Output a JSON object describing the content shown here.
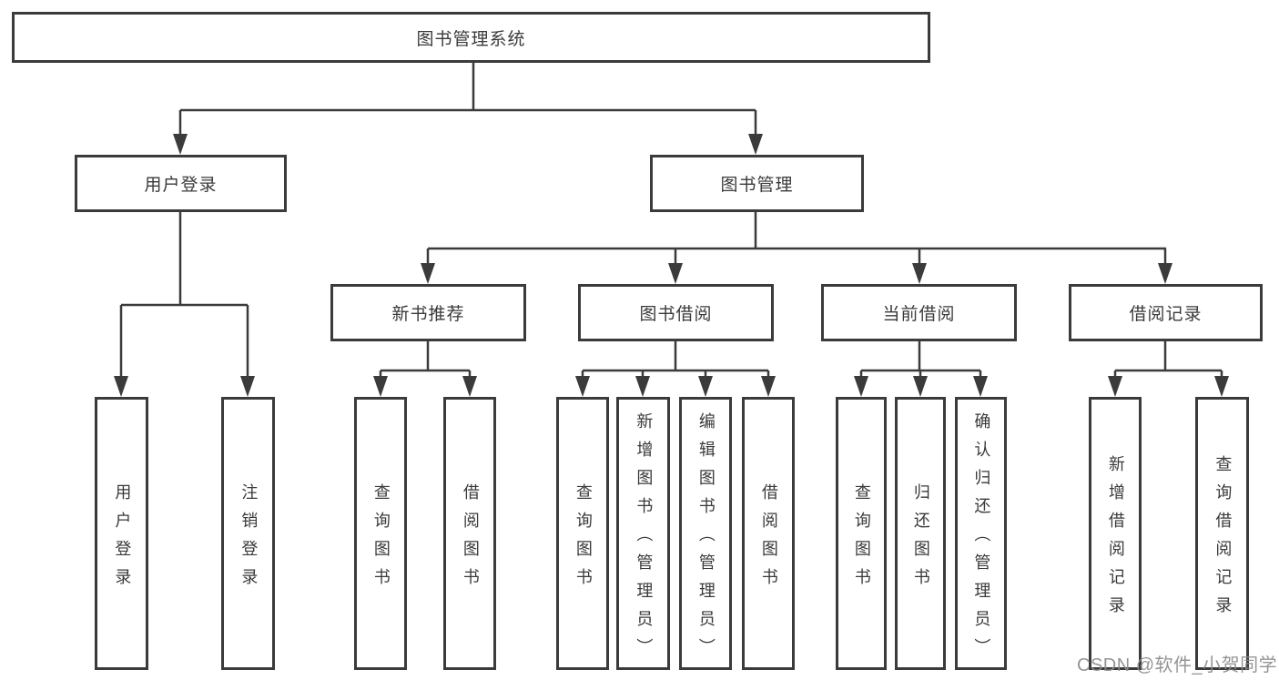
{
  "tree": {
    "label": "图书管理系统",
    "children": [
      {
        "label": "用户登录",
        "children": [
          {
            "label": "用户登录"
          },
          {
            "label": "注销登录"
          }
        ]
      },
      {
        "label": "图书管理",
        "children": [
          {
            "label": "新书推荐",
            "children": [
              {
                "label": "查询图书"
              },
              {
                "label": "借阅图书"
              }
            ]
          },
          {
            "label": "图书借阅",
            "children": [
              {
                "label": "查询图书"
              },
              {
                "label": "新增图书（管理员）"
              },
              {
                "label": "编辑图书（管理员）"
              },
              {
                "label": "借阅图书"
              }
            ]
          },
          {
            "label": "当前借阅",
            "children": [
              {
                "label": "查询图书"
              },
              {
                "label": "归还图书"
              },
              {
                "label": "确认归还（管理员）"
              }
            ]
          },
          {
            "label": "借阅记录",
            "children": [
              {
                "label": "新增借阅记录"
              },
              {
                "label": "查询借阅记录"
              }
            ]
          }
        ]
      }
    ]
  },
  "watermark": {
    "text": "CSDN @软件_小贺同学"
  },
  "colors": {
    "line": "#3b3b3b",
    "box_border": "#3b3b3b",
    "text": "#3a3a3a",
    "watermark": "#8c8c8c",
    "background": "#ffffff"
  }
}
